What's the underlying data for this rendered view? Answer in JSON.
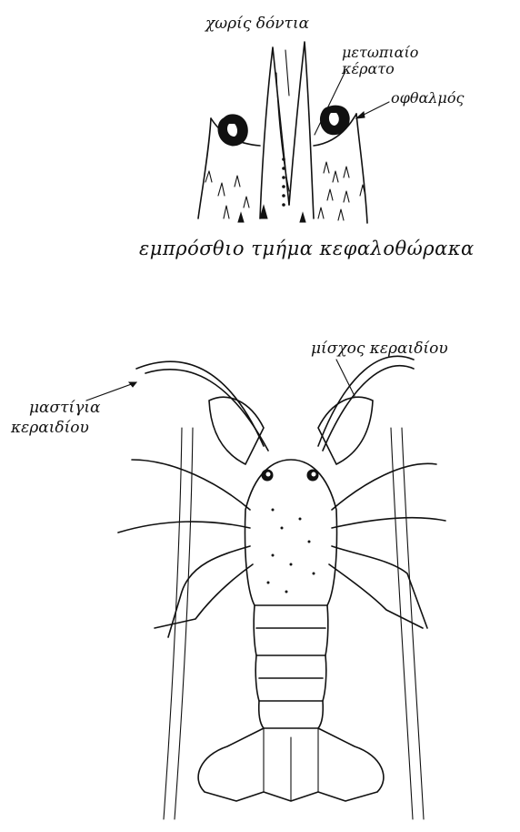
{
  "top_figure": {
    "label_no_teeth": "χωρίς δόντια",
    "label_frontal_horn_line1": "μετωπιαίο",
    "label_frontal_horn_line2": "κέρατο",
    "label_eye": "οφθαλμός",
    "caption": "εμπρόσθιο τμήμα κεφαλοθώρακα"
  },
  "bottom_figure": {
    "label_antenna_base": "μίσχος κεραιδίου",
    "label_antenna_whip_line1": "μαστίγια",
    "label_antenna_whip_line2": "κεραιδίου"
  }
}
